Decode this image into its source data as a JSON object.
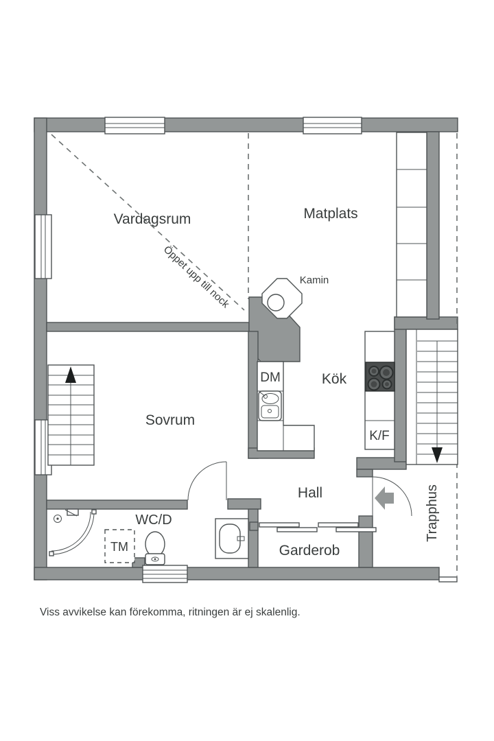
{
  "plan": {
    "rooms": {
      "vardagsrum": "Vardagsrum",
      "matplats": "Matplats",
      "sovrum": "Sovrum",
      "kok": "Kök",
      "hall": "Hall",
      "garderob": "Garderob",
      "wcd": "WC/D",
      "trapphus": "Trapphus"
    },
    "annotations": {
      "open_to_ridge": "Öppet upp till nock",
      "fireplace": "Kamin",
      "dishwasher": "DM",
      "washing_machine": "TM",
      "fridge_freezer": "K/F"
    },
    "disclaimer": "Viss avvikelse kan förekomma, ritningen är ej skalenlig.",
    "colors": {
      "wall": "#939797",
      "line": "#4e5354",
      "text": "#393d3d",
      "background": "#ffffff",
      "stove_block": "#4a4d4d",
      "arrow_black": "#1c1f1f"
    }
  }
}
